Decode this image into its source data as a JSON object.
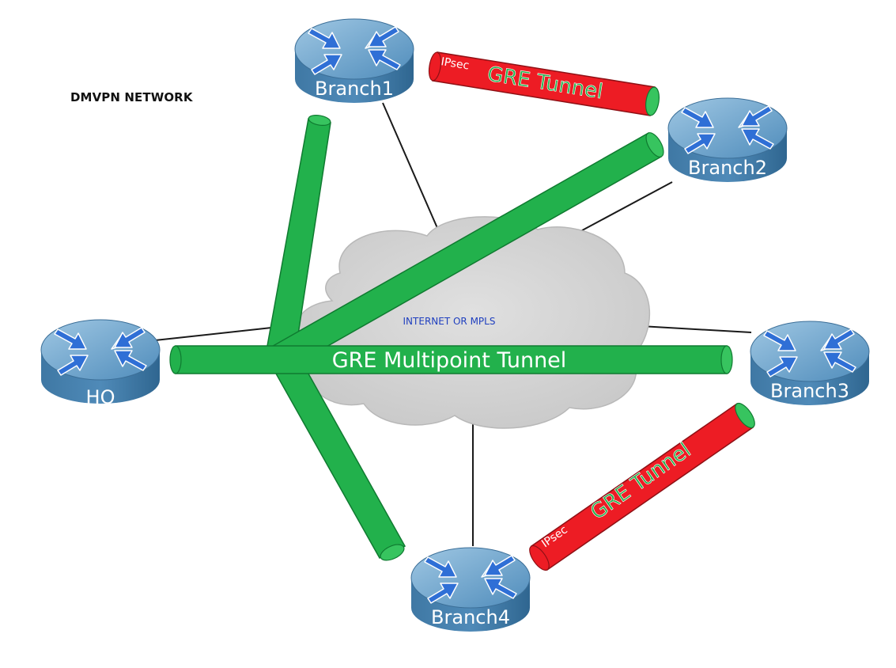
{
  "title": "DMVPN NETWORK",
  "cloud_label": "INTERNET OR MPLS",
  "multipoint_label": "GRE Multipoint Tunnel",
  "tunnels": [
    {
      "label": "GRE Tunnel",
      "tag": "IPsec",
      "between": [
        "Branch1",
        "Branch2"
      ]
    },
    {
      "label": "GRE Tunnel",
      "tag": "IPsec",
      "between": [
        "Branch3",
        "Branch4"
      ]
    }
  ],
  "routers": [
    {
      "id": "branch1",
      "label": "Branch1"
    },
    {
      "id": "branch2",
      "label": "Branch2"
    },
    {
      "id": "hq",
      "label": "HQ"
    },
    {
      "id": "branch3",
      "label": "Branch3"
    },
    {
      "id": "branch4",
      "label": "Branch4"
    }
  ],
  "colors": {
    "multipoint_tunnel": "#22b14c",
    "ipsec_tunnel": "#ed1c24",
    "router_body": "#4a87b5",
    "router_arrows": "#2f6fd6",
    "cloud": "#d3d3d3",
    "link": "#1a1a1a"
  },
  "icons": {
    "router": "router-icon",
    "cloud": "cloud-icon"
  }
}
